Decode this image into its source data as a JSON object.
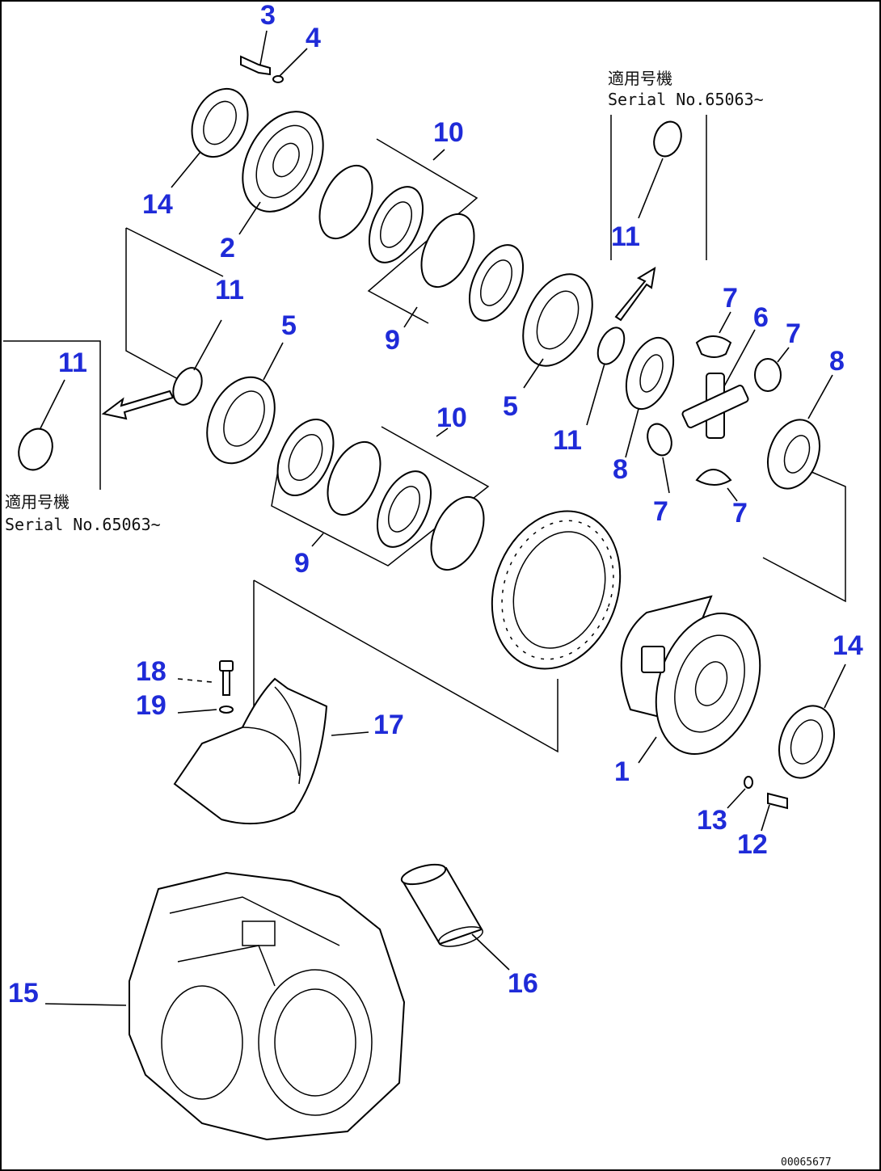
{
  "callouts": {
    "c3": "3",
    "c4": "4",
    "c14a": "14",
    "c2": "2",
    "c10a": "10",
    "c11top": "11",
    "c11a": "11",
    "c11box": "11",
    "c5a": "5",
    "c9a": "9",
    "c5b": "5",
    "c11b": "11",
    "c7a": "7",
    "c6": "6",
    "c7b": "7",
    "c8a": "8",
    "c8b": "8",
    "c7c": "7",
    "c7d": "7",
    "c10b": "10",
    "c9b": "9",
    "c18": "18",
    "c19": "19",
    "c17": "17",
    "c1": "1",
    "c14b": "14",
    "c13": "13",
    "c12": "12",
    "c15": "15",
    "c16": "16"
  },
  "notes": {
    "top_jp": "適用号機",
    "top_serial": "Serial No.65063~",
    "left_jp": "適用号機",
    "left_serial": "Serial No.65063~"
  },
  "drawing_code": "00065677"
}
